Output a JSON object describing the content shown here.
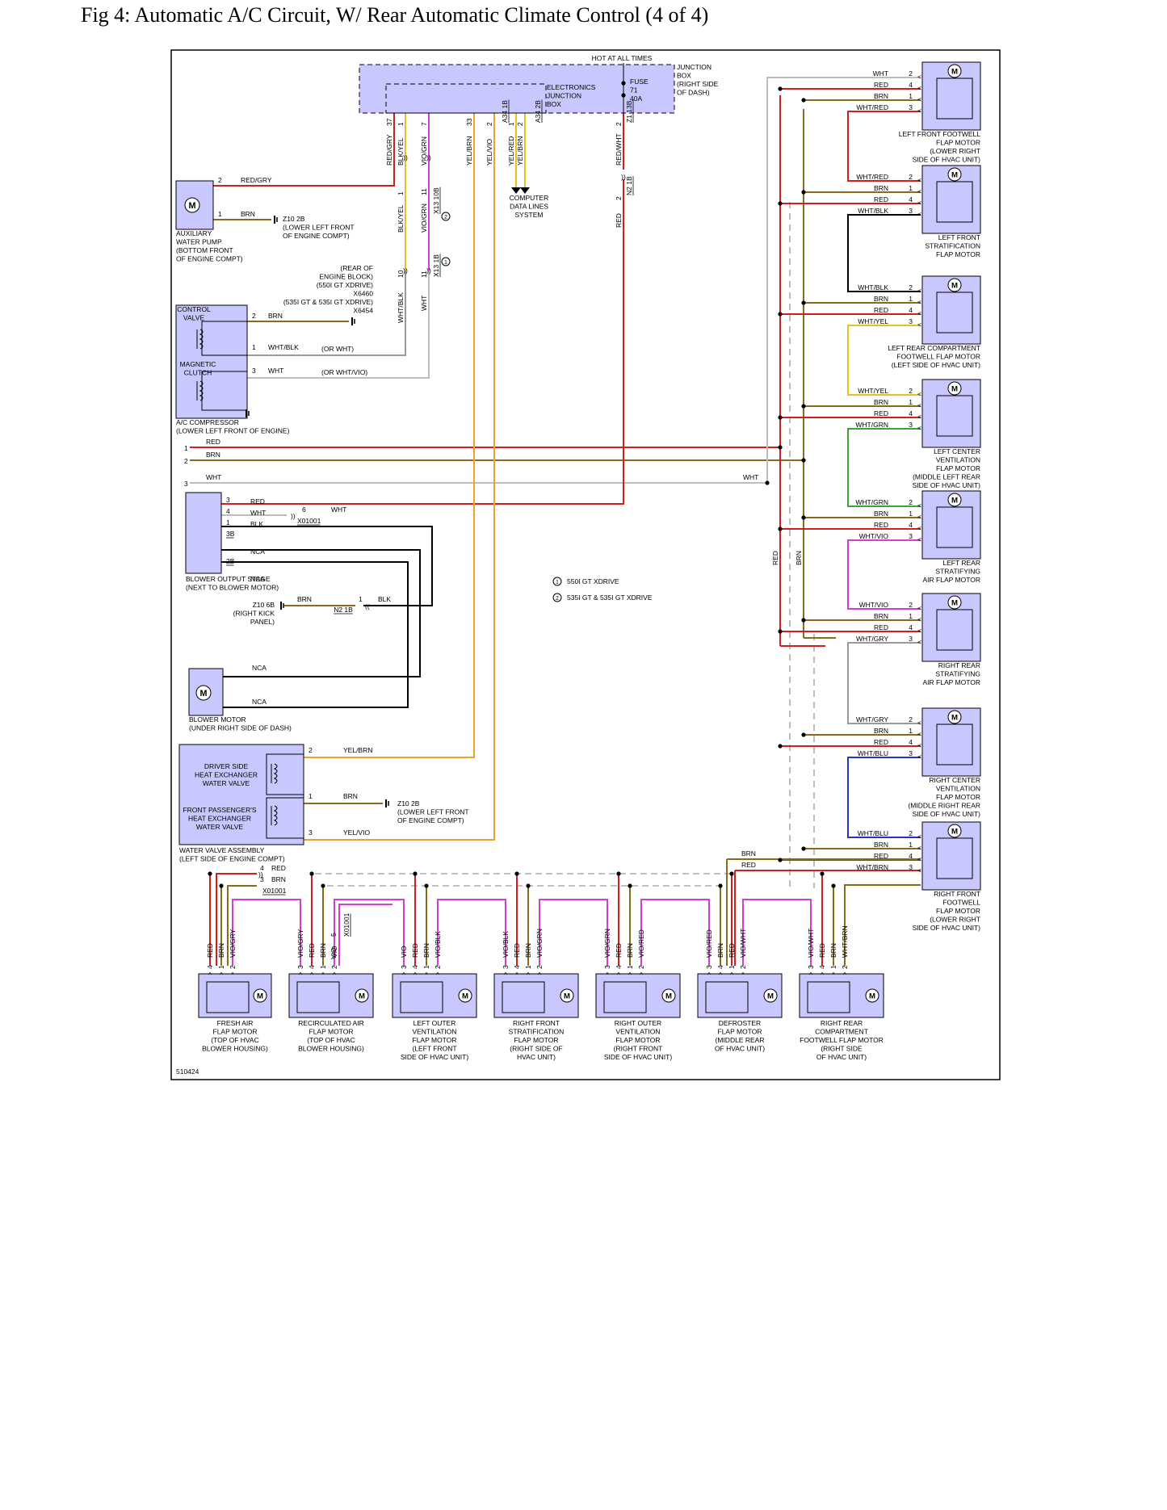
{
  "page_title": "Fig 4: Automatic A/C Circuit, W/ Rear Automatic Climate Control (4 of 4)",
  "figure_id": "510424",
  "colors": {
    "box_fill": "#c8c8ff",
    "box_stroke": "#000000",
    "wire_red": "#d21e1e",
    "wire_brn": "#8a6a1c",
    "wire_wht": "#bdbdbd",
    "wire_yel": "#e8c020",
    "wire_grn": "#3aa535",
    "wire_vio": "#d040d0",
    "wire_blu": "#2233cc",
    "wire_blk": "#000000",
    "wire_gry": "#9a9a9a",
    "wire_orange": "#f0a030"
  },
  "junction_box": {
    "hot_label": "HOT AT ALL TIMES",
    "name_lines": [
      "JUNCTION",
      "BOX",
      "(RIGHT SIDE",
      "OF DASH)"
    ],
    "ejb_lines": [
      "ELECTRONICS",
      "JUNCTION",
      "BOX"
    ],
    "fuse_lines": [
      "FUSE",
      "71",
      "40A"
    ]
  },
  "jb_pins": [
    {
      "pin": "37",
      "color": "RED/GRY"
    },
    {
      "pin": "1",
      "color": "BLK/YEL"
    },
    {
      "pin": "7",
      "color": "VIO/GRN"
    },
    {
      "pin": "33",
      "color": "YEL/BRN"
    },
    {
      "pin": "2",
      "color": "YEL/VIO"
    },
    {
      "pin": "1",
      "color": "YEL/RED"
    },
    {
      "pin": "2",
      "color": "YEL/BRN"
    },
    {
      "pin": "2",
      "color": "RED/WHT"
    }
  ],
  "connectors": [
    "A34 1B",
    "A34 2B",
    "Z1 13B",
    "N2 1B",
    "X13 10B",
    "X13 1B",
    "X6460",
    "X6454",
    "X01001",
    "Z10 2B",
    "Z10 6B"
  ],
  "computer_data_lines": [
    "COMPUTER",
    "DATA LINES",
    "SYSTEM"
  ],
  "mid_wires": {
    "blk_yel_pin": "1",
    "blk_yel": "BLK/YEL",
    "vio_grn_pin": "11",
    "vio_grn": "VIO/GRN",
    "pin10": "10",
    "pin11": "11",
    "wht_blk": "WHT/BLK",
    "wht": "WHT",
    "red": "RED",
    "red_pin": "2",
    "circle1": "1",
    "circle2": "2"
  },
  "engine_block_lines": [
    "(REAR OF",
    "ENGINE BLOCK)",
    "(550I GT XDRIVE)",
    "X6460",
    "(535I GT & 535I GT XDRIVE)",
    "X6454"
  ],
  "aux_pump": {
    "labels": [
      "AUXILIARY",
      "WATER PUMP",
      "(BOTTOM FRONT",
      "OF ENGINE COMPT)"
    ],
    "pin2": "2",
    "wire2": "RED/GRY",
    "pin1": "1",
    "wire1": "BRN",
    "ground_lines": [
      "Z10 2B",
      "(LOWER LEFT FRONT",
      "OF ENGINE COMPT)"
    ]
  },
  "compressor": {
    "control_valve": [
      "CONTROL",
      "VALVE"
    ],
    "magnetic_clutch": [
      "MAGNETIC",
      "CLUTCH"
    ],
    "labels": [
      "A/C COMPRESSOR",
      "(LOWER LEFT FRONT OF ENGINE)"
    ],
    "pins": [
      {
        "pin": "2",
        "wire": "BRN",
        "note": ""
      },
      {
        "pin": "1",
        "wire": "WHT/BLK",
        "note": "(OR WHT)"
      },
      {
        "pin": "3",
        "wire": "WHT",
        "note": "(OR WHT/VIO)"
      }
    ]
  },
  "bus": [
    {
      "pin": "1",
      "wire": "RED"
    },
    {
      "pin": "2",
      "wire": "BRN"
    },
    {
      "pin": "3",
      "wire": "WHT"
    }
  ],
  "blower_output": {
    "labels": [
      "BLOWER OUTPUT STAGE",
      "(NEXT TO BLOWER MOTOR)"
    ],
    "pins": [
      {
        "pin": "3",
        "wire": "RED"
      },
      {
        "pin": "4",
        "wire": "WHT"
      },
      {
        "pin": "1",
        "wire": "BLK"
      },
      {
        "pin": "3B",
        "wire": "NCA"
      },
      {
        "pin": "2B",
        "wire": "NCA"
      }
    ],
    "x_pin": "6",
    "x_wire": "WHT",
    "ground_lines": [
      "Z10 6B",
      "(RIGHT KICK",
      "PANEL)"
    ],
    "n2_pin": "1",
    "n2_wire": "BRN",
    "n2_blk": "BLK"
  },
  "blower_motor": {
    "labels": [
      "BLOWER MOTOR",
      "(UNDER RIGHT SIDE OF DASH)"
    ],
    "wire_a": "NCA",
    "wire_b": "NCA"
  },
  "legend": [
    {
      "num": "1",
      "text": "550I GT XDRIVE"
    },
    {
      "num": "2",
      "text": "535I GT & 535I GT XDRIVE"
    }
  ],
  "water_valve": {
    "driver": [
      "DRIVER SIDE",
      "HEAT EXCHANGER",
      "WATER VALVE"
    ],
    "passenger": [
      "FRONT PASSENGER'S",
      "HEAT EXCHANGER",
      "WATER VALVE"
    ],
    "labels": [
      "WATER VALVE ASSEMBLY",
      "(LEFT SIDE OF ENGINE COMPT)"
    ],
    "pins": [
      {
        "pin": "2",
        "wire": "YEL/BRN"
      },
      {
        "pin": "1",
        "wire": "BRN"
      },
      {
        "pin": "3",
        "wire": "YEL/VIO"
      }
    ],
    "ground_lines": [
      "Z10 2B",
      "(LOWER LEFT FRONT",
      "OF ENGINE COMPT)"
    ]
  },
  "right_wire_labels": {
    "red": "RED",
    "brn": "BRN"
  },
  "right_motors": [
    {
      "labels": [
        "LEFT FRONT FOOTWELL",
        "FLAP MOTOR",
        "(LOWER RIGHT",
        "SIDE OF HVAC UNIT)"
      ],
      "wires": [
        {
          "c": "WHT",
          "p": "2"
        },
        {
          "c": "RED",
          "p": "4"
        },
        {
          "c": "BRN",
          "p": "1"
        },
        {
          "c": "WHT/RED",
          "p": "3"
        }
      ]
    },
    {
      "labels": [
        "LEFT FRONT",
        "STRATIFICATION",
        "FLAP MOTOR"
      ],
      "wires": [
        {
          "c": "WHT/RED",
          "p": "2"
        },
        {
          "c": "BRN",
          "p": "1"
        },
        {
          "c": "RED",
          "p": "4"
        },
        {
          "c": "WHT/BLK",
          "p": "3"
        }
      ]
    },
    {
      "labels": [
        "LEFT REAR COMPARTMENT",
        "FOOTWELL FLAP MOTOR",
        "(LEFT SIDE OF HVAC UNIT)"
      ],
      "wires": [
        {
          "c": "WHT/BLK",
          "p": "2"
        },
        {
          "c": "BRN",
          "p": "1"
        },
        {
          "c": "RED",
          "p": "4"
        },
        {
          "c": "WHT/YEL",
          "p": "3"
        }
      ]
    },
    {
      "labels": [
        "LEFT CENTER",
        "VENTILATION",
        "FLAP MOTOR",
        "(MIDDLE LEFT REAR",
        "SIDE OF HVAC UNIT)"
      ],
      "wires": [
        {
          "c": "WHT/YEL",
          "p": "2"
        },
        {
          "c": "BRN",
          "p": "1"
        },
        {
          "c": "RED",
          "p": "4"
        },
        {
          "c": "WHT/GRN",
          "p": "3"
        }
      ]
    },
    {
      "labels": [
        "LEFT REAR",
        "STRATIFYING",
        "AIR FLAP MOTOR"
      ],
      "wires": [
        {
          "c": "WHT/GRN",
          "p": "2"
        },
        {
          "c": "BRN",
          "p": "1"
        },
        {
          "c": "RED",
          "p": "4"
        },
        {
          "c": "WHT/VIO",
          "p": "3"
        }
      ]
    },
    {
      "labels": [
        "RIGHT REAR",
        "STRATIFYING",
        "AIR FLAP MOTOR"
      ],
      "wires": [
        {
          "c": "WHT/VIO",
          "p": "2"
        },
        {
          "c": "BRN",
          "p": "1"
        },
        {
          "c": "RED",
          "p": "4"
        },
        {
          "c": "WHT/GRY",
          "p": "3"
        }
      ]
    },
    {
      "labels": [
        "RIGHT CENTER",
        "VENTILATION",
        "FLAP MOTOR",
        "(MIDDLE RIGHT REAR",
        "SIDE OF HVAC UNIT)"
      ],
      "wires": [
        {
          "c": "WHT/GRY",
          "p": "2"
        },
        {
          "c": "BRN",
          "p": "1"
        },
        {
          "c": "RED",
          "p": "4"
        },
        {
          "c": "WHT/BLU",
          "p": "3"
        }
      ]
    },
    {
      "labels": [
        "RIGHT FRONT",
        "FOOTWELL",
        "FLAP MOTOR",
        "(LOWER RIGHT",
        "SIDE OF HVAC UNIT)"
      ],
      "wires": [
        {
          "c": "WHT/BLU",
          "p": "2"
        },
        {
          "c": "BRN",
          "p": "1"
        },
        {
          "c": "RED",
          "p": "4"
        },
        {
          "c": "WHT/BRN",
          "p": "3"
        }
      ]
    }
  ],
  "bottom_header": {
    "pin4": "4",
    "red": "RED",
    "pin3": "3",
    "brn": "BRN",
    "conn": "X01001"
  },
  "bottom_motors": [
    {
      "labels": [
        "FRESH AIR",
        "FLAP MOTOR",
        "(TOP OF HVAC",
        "BLOWER HOUSING)"
      ],
      "wires": [
        {
          "c": "RED",
          "p": "4"
        },
        {
          "c": "BRN",
          "p": "1"
        },
        {
          "c": "VIO/GRY",
          "p": "2"
        }
      ]
    },
    {
      "labels": [
        "RECIRCULATED AIR",
        "FLAP MOTOR",
        "(TOP OF HVAC",
        "BLOWER HOUSING)"
      ],
      "wires": [
        {
          "c": "VIO/GRY",
          "p": "3"
        },
        {
          "c": "RED",
          "p": "4"
        },
        {
          "c": "BRN",
          "p": "1"
        },
        {
          "c": "VIO",
          "p": "2"
        }
      ]
    },
    {
      "labels": [
        "LEFT OUTER",
        "VENTILATION",
        "FLAP MOTOR",
        "(LEFT FRONT",
        "SIDE OF HVAC UNIT)"
      ],
      "wires": [
        {
          "c": "VIO",
          "p": "3"
        },
        {
          "c": "RED",
          "p": "4"
        },
        {
          "c": "BRN",
          "p": "1"
        },
        {
          "c": "VIO/BLK",
          "p": "2"
        }
      ]
    },
    {
      "labels": [
        "RIGHT FRONT",
        "STRATIFICATION",
        "FLAP MOTOR",
        "(RIGHT SIDE OF",
        "HVAC UNIT)"
      ],
      "wires": [
        {
          "c": "VIO/BLK",
          "p": "3"
        },
        {
          "c": "RED",
          "p": "4"
        },
        {
          "c": "BRN",
          "p": "1"
        },
        {
          "c": "VIO/GRN",
          "p": "2"
        }
      ]
    },
    {
      "labels": [
        "RIGHT OUTER",
        "VENTILATION",
        "FLAP MOTOR",
        "(RIGHT FRONT",
        "SIDE OF HVAC UNIT)"
      ],
      "wires": [
        {
          "c": "VIO/GRN",
          "p": "3"
        },
        {
          "c": "RED",
          "p": "4"
        },
        {
          "c": "BRN",
          "p": "1"
        },
        {
          "c": "VIO/RED",
          "p": "2"
        }
      ]
    },
    {
      "labels": [
        "DEFROSTER",
        "FLAP MOTOR",
        "(MIDDLE REAR",
        "OF HVAC UNIT)"
      ],
      "wires": [
        {
          "c": "VIO/RED",
          "p": "3"
        },
        {
          "c": "BRN",
          "p": "4"
        },
        {
          "c": "RED",
          "p": "1"
        },
        {
          "c": "VIO/WHT",
          "p": "2"
        }
      ]
    },
    {
      "labels": [
        "RIGHT REAR",
        "COMPARTMENT",
        "FOOTWELL FLAP MOTOR",
        "(RIGHT SIDE",
        "OF HVAC UNIT)"
      ],
      "wires": [
        {
          "c": "VIO/WHT",
          "p": "3"
        },
        {
          "c": "RED",
          "p": "4"
        },
        {
          "c": "BRN",
          "p": "1"
        },
        {
          "c": "WHT/BRN",
          "p": "2"
        }
      ]
    }
  ],
  "recirc_extra": {
    "pin5": "5",
    "vio": "VIO",
    "conn": "X01001"
  },
  "defroster_feed": {
    "brn": "BRN",
    "red": "RED"
  }
}
